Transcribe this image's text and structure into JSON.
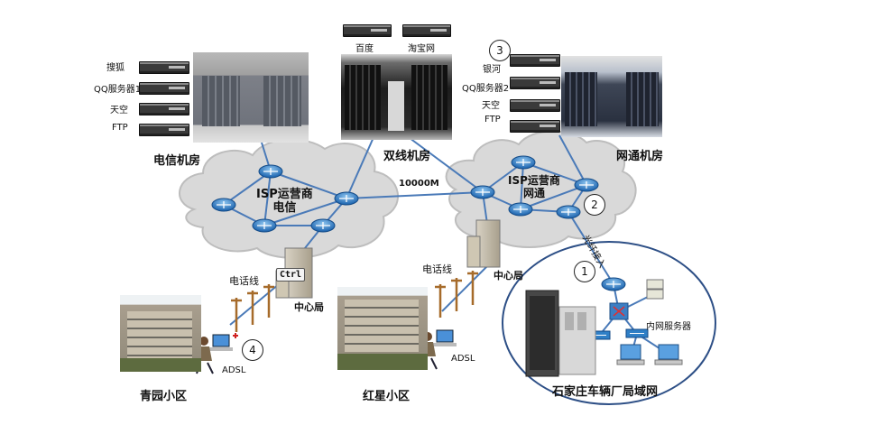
{
  "rooms": {
    "telecom": {
      "label": "电信机房",
      "servers": [
        "搜狐",
        "QQ服务器1",
        "天空",
        "FTP"
      ]
    },
    "dual": {
      "label": "双线机房",
      "servers": [
        "百度",
        "淘宝网"
      ]
    },
    "netcom": {
      "label": "网通机房",
      "servers": [
        "银河",
        "QQ服务器2",
        "天空",
        "FTP"
      ]
    }
  },
  "clouds": {
    "telecom": "ISP运营商\n电信",
    "netcom": "ISP运营商\n网通"
  },
  "links": {
    "backbone": "10000M",
    "fiber": "光纤接入"
  },
  "areas": {
    "qingyuan": {
      "label": "青园小区",
      "line": "电话线",
      "office": "中心局",
      "adsl": "ADSL"
    },
    "hongxing": {
      "label": "红星小区",
      "line": "电话线",
      "office": "中心局",
      "adsl": "ADSL"
    }
  },
  "lan": {
    "label": "石家庄车辆厂局域网",
    "server": "内网服务器"
  },
  "ctrl": "Ctrl",
  "badges": [
    "1",
    "2",
    "3",
    "4"
  ],
  "colors": {
    "link": "#4a7ab8",
    "router": "#2f7fc6",
    "cloud": "#d6d6d6",
    "lan_border": "#2d4f86"
  }
}
